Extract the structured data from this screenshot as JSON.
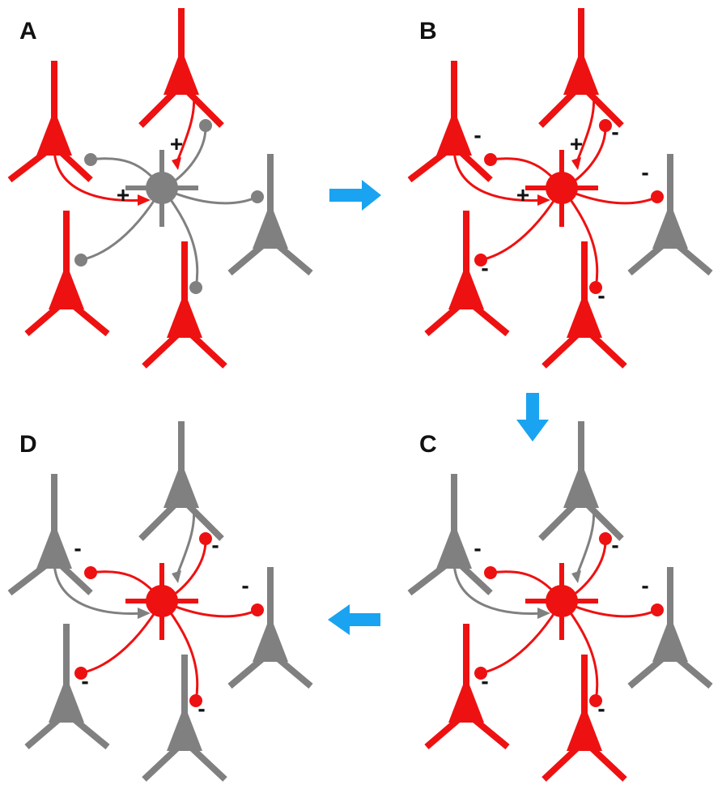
{
  "colors": {
    "active": "#ee1111",
    "inactive": "#808080",
    "arrow": "#1aa3f0",
    "text": "#111111"
  },
  "panels": [
    {
      "label": "A",
      "center": "inactive",
      "excitatory_sign": "+",
      "inhibitory_sign": "",
      "outer": {
        "upper_left": "active",
        "top": "active",
        "right": "inactive",
        "lower_left": "active",
        "bottom": "active"
      },
      "inhibitory_terminals": "inactive"
    },
    {
      "label": "B",
      "center": "active",
      "excitatory_sign": "+",
      "inhibitory_sign": "-",
      "outer": {
        "upper_left": "active",
        "top": "active",
        "right": "inactive",
        "lower_left": "active",
        "bottom": "active"
      },
      "inhibitory_terminals": "active"
    },
    {
      "label": "C",
      "center": "active",
      "excitatory_sign": "",
      "inhibitory_sign": "-",
      "outer": {
        "upper_left": "inactive",
        "top": "inactive",
        "right": "inactive",
        "lower_left": "active",
        "bottom": "active"
      },
      "inhibitory_terminals": "active"
    },
    {
      "label": "D",
      "center": "active",
      "excitatory_sign": "",
      "inhibitory_sign": "-",
      "outer": {
        "upper_left": "inactive",
        "top": "inactive",
        "right": "inactive",
        "lower_left": "inactive",
        "bottom": "inactive"
      },
      "inhibitory_terminals": "active"
    }
  ],
  "arrows": [
    "right",
    "down",
    "left"
  ]
}
